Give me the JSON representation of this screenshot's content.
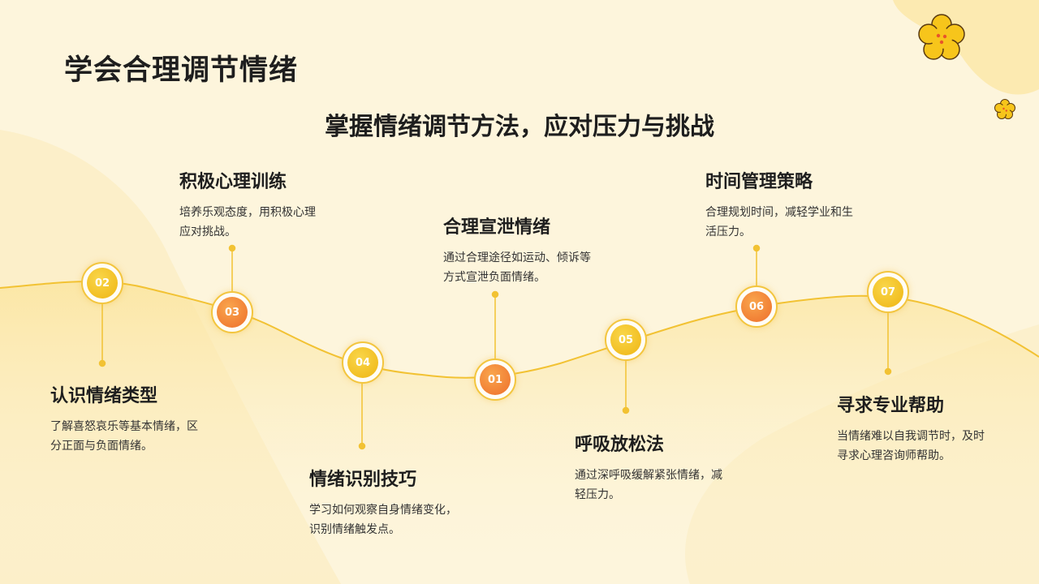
{
  "title": "学会合理调节情绪",
  "subtitle": "掌握情绪调节方法，应对压力与挑战",
  "colors": {
    "background": "#fdf5dc",
    "accent": "#f3c53e",
    "node_yellow": "#efb512",
    "node_orange": "#ee6e2a"
  },
  "steps": [
    {
      "number": "01",
      "title": "合理宣泄情绪",
      "desc": "通过合理途径如运动、倾诉等方式宣泄负面情绪。"
    },
    {
      "number": "02",
      "title": "认识情绪类型",
      "desc": "了解喜怒哀乐等基本情绪，区分正面与负面情绪。"
    },
    {
      "number": "03",
      "title": "积极心理训练",
      "desc": "培养乐观态度，用积极心理应对挑战。"
    },
    {
      "number": "04",
      "title": "情绪识别技巧",
      "desc": "学习如何观察自身情绪变化，识别情绪触发点。"
    },
    {
      "number": "05",
      "title": "呼吸放松法",
      "desc": "通过深呼吸缓解紧张情绪，减轻压力。"
    },
    {
      "number": "06",
      "title": "时间管理策略",
      "desc": "合理规划时间，减轻学业和生活压力。"
    },
    {
      "number": "07",
      "title": "寻求专业帮助",
      "desc": "当情绪难以自我调节时，及时寻求心理咨询师帮助。"
    }
  ]
}
